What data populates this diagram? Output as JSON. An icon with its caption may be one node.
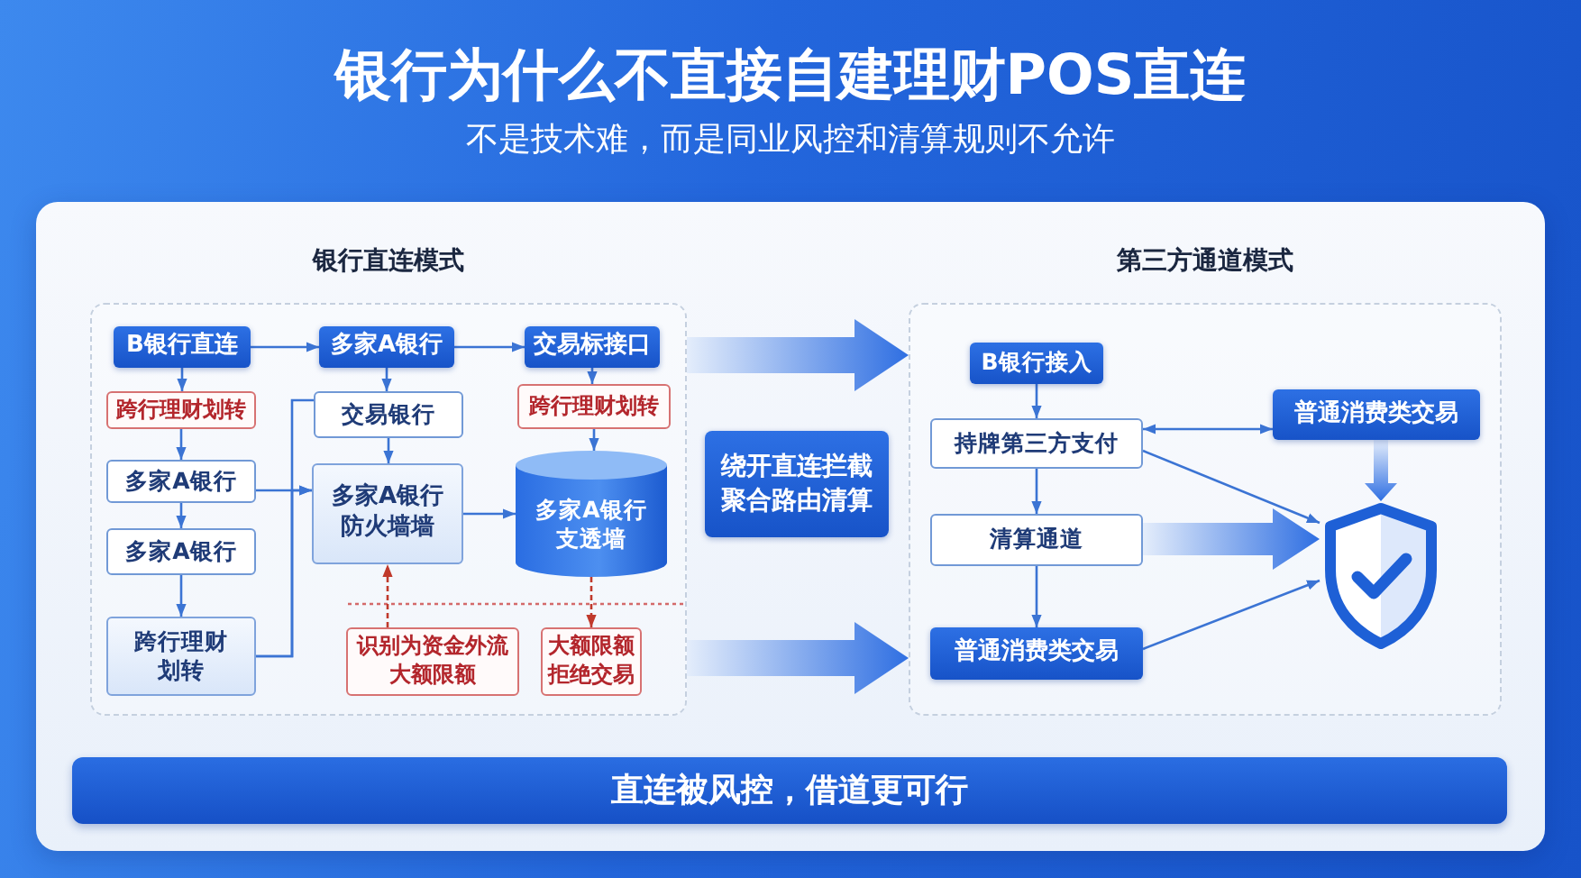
{
  "diagram": {
    "title": "银行为什么不直接自建理财POS直连",
    "nodes": [
      {
        "text": [
          "银行直连模式"
        ]
      },
      {
        "text": [
          "B银行直连"
        ],
        "in": 0
      },
      {
        "text": [
          "多家A银行"
        ],
        "in": 0
      },
      {
        "text": [
          "交易标接口"
        ],
        "in": 0
      },
      {
        "text": [
          "跨行理财划转"
        ],
        "in": 0
      },
      {
        "text": [
          "交易银行"
        ],
        "in": 0
      },
      {
        "text": [
          "跨行理财划转"
        ],
        "in": 0
      },
      {
        "text": [
          "多家A银行"
        ],
        "in": 0
      },
      {
        "text": [
          "多家A银行防火墙墙"
        ],
        "in": 0
      },
      {
        "text": [
          "多家A银行支透墙"
        ],
        "in": 0
      },
      {
        "text": [
          "多家A银行"
        ],
        "in": 0
      },
      {
        "text": [
          "跨行理财划转"
        ],
        "in": 0
      },
      {
        "text": [
          "识别为资金外流大额限额"
        ],
        "in": 0
      },
      {
        "text": [
          "大额限额拒绝交易"
        ],
        "in": 0
      },
      {
        "text": [
          "绕开直连拦截聚合路由清算"
        ]
      },
      {
        "text": [
          "第三方通道模式"
        ]
      },
      {
        "text": [
          "B银行接入"
        ],
        "in": 15
      },
      {
        "text": [
          "持牌第三方支付"
        ],
        "in": 15
      },
      {
        "text": [
          "普通消费类交易"
        ],
        "in": 15
      },
      {
        "text": [
          "清算通道"
        ],
        "in": 15
      },
      {
        "text": [
          "普通消费类交易"
        ],
        "in": 15
      },
      {
        "text": [],
        "shape": "picture",
        "in": 15
      },
      {
        "text": [
          "直连被风控，借道更可行"
        ]
      }
    ],
    "edges": [
      {
        "from": 1,
        "to": 2,
        "arrow": "to"
      },
      {
        "from": 2,
        "to": 3,
        "arrow": "to"
      },
      {
        "from": 1,
        "to": 4,
        "arrow": "to"
      },
      {
        "from": 4,
        "to": 7,
        "arrow": "to"
      },
      {
        "from": 7,
        "to": 10,
        "arrow": "to"
      },
      {
        "from": 10,
        "to": 11,
        "arrow": "to"
      },
      {
        "from": 2,
        "to": 5,
        "arrow": "to"
      },
      {
        "from": 5,
        "to": 8,
        "arrow": "to"
      },
      {
        "from": 3,
        "to": 6,
        "arrow": "to"
      },
      {
        "from": 6,
        "to": 9,
        "arrow": "to"
      },
      {
        "from": 8,
        "to": 9,
        "arrow": "to"
      },
      {
        "from": 7,
        "to": 8,
        "arrow": "to"
      },
      {
        "from": 11,
        "to": 8,
        "arrow": "to"
      },
      {
        "from": 11,
        "to": 5,
        "arrow": "none"
      },
      {
        "from": 12,
        "to": 8,
        "arrow": "to",
        "style": "dashed",
        "color": "#c0392b"
      },
      {
        "from": 9,
        "to": 13,
        "arrow": "to",
        "style": "dashed",
        "color": "#c0392b"
      },
      {
        "from": 0,
        "to": 15,
        "arrow": "to",
        "style": "thick"
      },
      {
        "from": 0,
        "to": 15,
        "arrow": "to",
        "style": "thick"
      },
      {
        "from": 16,
        "to": 17,
        "arrow": "to"
      },
      {
        "from": 17,
        "to": 19,
        "arrow": "to"
      },
      {
        "from": 19,
        "to": 20,
        "arrow": "to"
      },
      {
        "from": 17,
        "to": 18,
        "arrow": "both"
      },
      {
        "from": 18,
        "to": 21,
        "arrow": "to",
        "style": "thick"
      },
      {
        "from": 17,
        "to": 21,
        "arrow": "to"
      },
      {
        "from": 19,
        "to": 21,
        "arrow": "to",
        "style": "thick"
      },
      {
        "from": 20,
        "to": 21,
        "arrow": "to"
      }
    ],
    "labels": [
      "不是技术难，而是同业风控和清算规则不允许"
    ]
  }
}
